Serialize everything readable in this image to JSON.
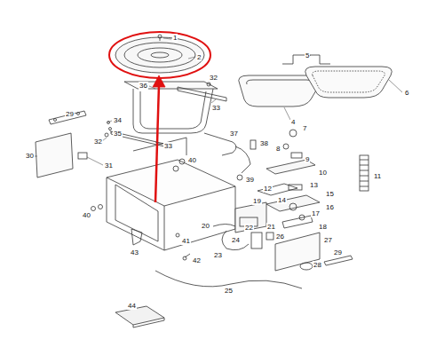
{
  "diagram": {
    "labels": [
      "1",
      "2",
      "36",
      "32",
      "33",
      "34",
      "35",
      "32",
      "33",
      "29",
      "30",
      "31",
      "4",
      "5",
      "6",
      "37",
      "38",
      "7",
      "8",
      "9",
      "10",
      "11",
      "40",
      "40",
      "39",
      "12",
      "13",
      "14",
      "15",
      "16",
      "17",
      "18",
      "19",
      "20",
      "21",
      "22",
      "24",
      "23",
      "26",
      "27",
      "28",
      "29",
      "41",
      "42",
      "43",
      "25",
      "44"
    ]
  }
}
